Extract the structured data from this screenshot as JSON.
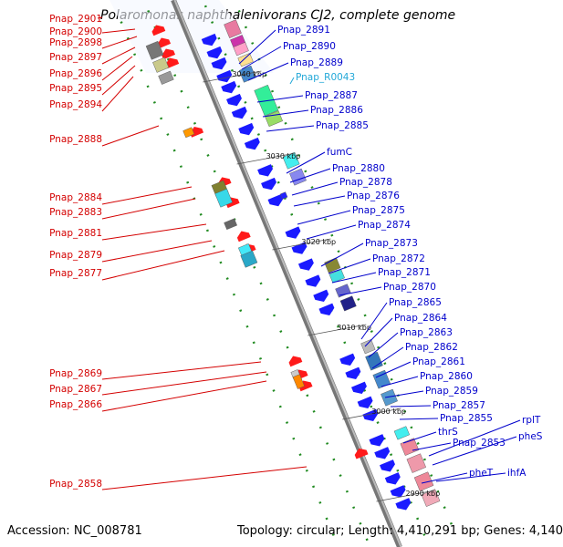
{
  "title": "Polaromonas naphthalenivorans CJ2, complete genome",
  "accession": "Accession: NC_008781",
  "summary": "Topology: circular; Length: 4,410,291 bp; Genes: 4,140",
  "colors": {
    "left_label": "#d40000",
    "right_label": "#0000cc",
    "rna_label": "#22a8d8",
    "axis": "#777777",
    "dots": "#228b22"
  },
  "left_labels": [
    "Pnap_2901",
    "Pnap_2900",
    "Pnap_2898",
    "Pnap_2897",
    "Pnap_2896",
    "Pnap_2895",
    "Pnap_2894",
    "Pnap_2888",
    "Pnap_2884",
    "Pnap_2883",
    "Pnap_2881",
    "Pnap_2879",
    "Pnap_2877",
    "Pnap_2869",
    "Pnap_2867",
    "Pnap_2866",
    "Pnap_2858"
  ],
  "right_labels": [
    "Pnap_2891",
    "Pnap_2890",
    "Pnap_2889",
    "Pnap_R0043",
    "Pnap_2887",
    "Pnap_2886",
    "Pnap_2885",
    "fumC",
    "Pnap_2880",
    "Pnap_2878",
    "Pnap_2876",
    "Pnap_2875",
    "Pnap_2874",
    "Pnap_2873",
    "Pnap_2872",
    "Pnap_2871",
    "Pnap_2870",
    "Pnap_2865",
    "Pnap_2864",
    "Pnap_2863",
    "Pnap_2862",
    "Pnap_2861",
    "Pnap_2860",
    "Pnap_2859",
    "Pnap_2857",
    "Pnap_2855",
    "thrS",
    "Pnap_2853",
    "rplT",
    "pheS",
    "pheT",
    "ihfA"
  ],
  "kbp_marks": [
    "3040 kbp",
    "3030 kbp",
    "3020 kbp",
    "3010 kbp",
    "3000 kbp",
    "2990 kbp"
  ]
}
